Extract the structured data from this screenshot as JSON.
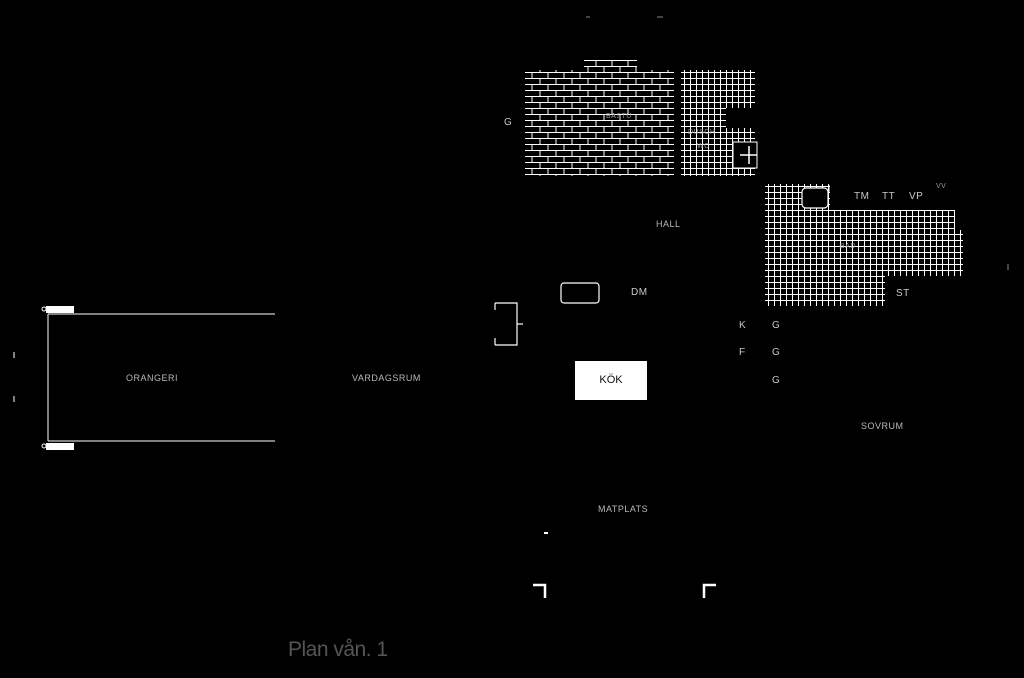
{
  "rooms": {
    "orangeri": "ORANGERI",
    "vardagsrum": "VARDAGSRUM",
    "kok": "KÖK",
    "matplats": "MATPLATS",
    "sovrum": "SOVRUM",
    "bastu": "BASTU",
    "dusch": "DUSCH",
    "bad": "BAD",
    "wc": "WC",
    "hall": "HALL"
  },
  "fixtures": {
    "tm": "TM",
    "tt": "TT",
    "vp": "VP",
    "vv": "VV",
    "st": "ST",
    "dm": "DM",
    "k": "K",
    "f": "F",
    "g1": "G",
    "g2": "G",
    "g3": "G",
    "g4": "G"
  },
  "title": "Plan vån. 1",
  "colors": {
    "background": "#000000",
    "lines": "#ffffff",
    "labels": "#b8b8b8",
    "title": "#555555"
  }
}
